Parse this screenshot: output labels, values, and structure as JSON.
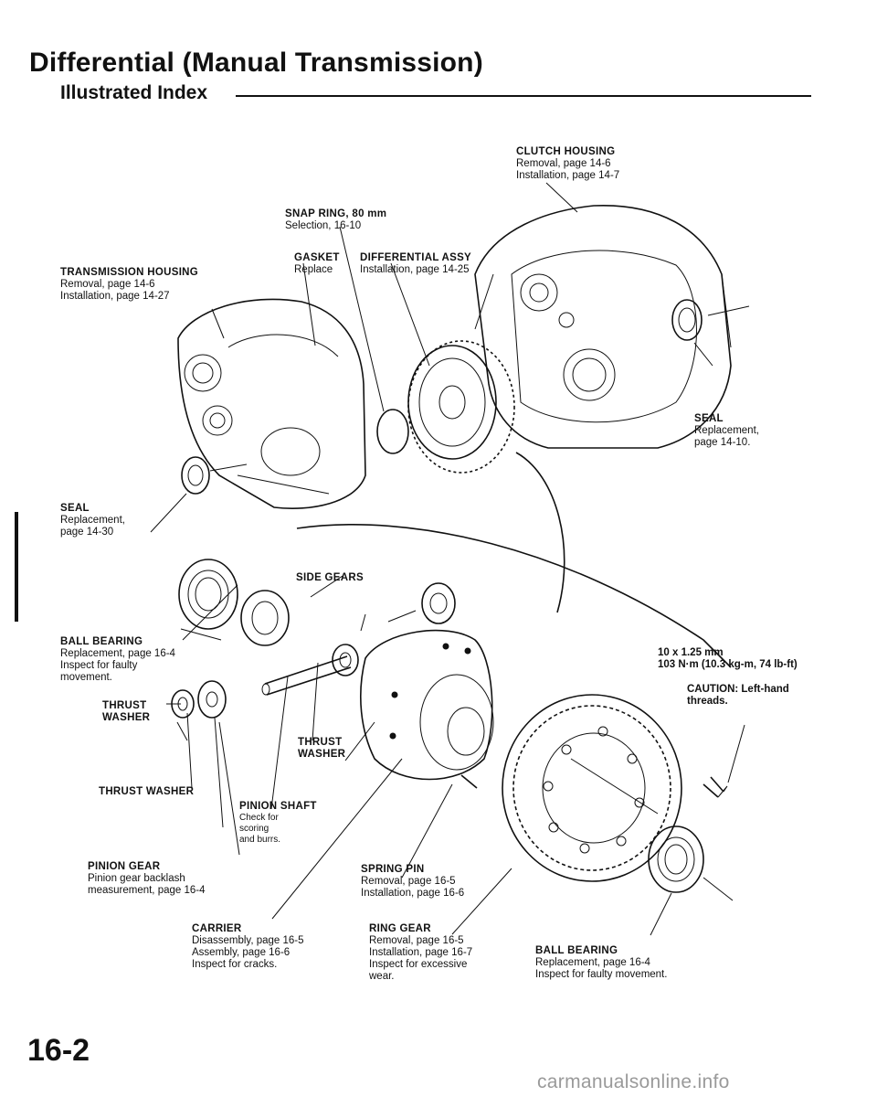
{
  "header": {
    "title": "Differential (Manual Transmission)",
    "section": "Illustrated Index"
  },
  "callouts": {
    "clutch_housing": {
      "name": "CLUTCH HOUSING",
      "lines": [
        "Removal, page 14-6",
        "Installation, page 14-7"
      ]
    },
    "snap_ring": {
      "name": "SNAP RING, 80 mm",
      "lines": [
        "Selection, 16-10"
      ]
    },
    "gasket": {
      "name": "GASKET",
      "lines": [
        "Replace"
      ]
    },
    "differential_assy": {
      "name": "DIFFERENTIAL ASSY",
      "lines": [
        "Installation, page 14-25"
      ]
    },
    "transmission_housing": {
      "name": "TRANSMISSION HOUSING",
      "lines": [
        "Removal, page 14-6",
        "Installation, page 14-27"
      ]
    },
    "seal_right": {
      "name": "SEAL",
      "lines": [
        "Replacement,",
        "page 14-10."
      ]
    },
    "seal_left": {
      "name": "SEAL",
      "lines": [
        "Replacement,",
        "page 14-30"
      ]
    },
    "side_gears": {
      "name": "SIDE GEARS"
    },
    "ball_bearing_left": {
      "name": "BALL BEARING",
      "lines": [
        "Replacement, page 16-4",
        "Inspect for faulty",
        "movement."
      ]
    },
    "bolt_spec": {
      "lines": [
        "10 x 1.25 mm",
        "103 N·m (10.3 kg-m, 74 lb-ft)"
      ]
    },
    "caution": {
      "lines": [
        "CAUTION: Left-hand",
        "threads."
      ]
    },
    "thrust_washer_a": {
      "name": "THRUST",
      "lines": [
        "WASHER"
      ]
    },
    "thrust_washer_b": {
      "name": "THRUST",
      "lines": [
        "WASHER"
      ]
    },
    "thrust_washer_c": {
      "name": "THRUST WASHER"
    },
    "pinion_shaft": {
      "name": "PINION SHAFT",
      "lines": [
        "Check for",
        "scoring",
        "and burrs."
      ]
    },
    "pinion_gear": {
      "name": "PINION GEAR",
      "lines": [
        "Pinion gear backlash",
        "measurement, page 16-4"
      ]
    },
    "spring_pin": {
      "name": "SPRING PIN",
      "lines": [
        "Removal, page 16-5",
        "Installation, page 16-6"
      ]
    },
    "carrier": {
      "name": "CARRIER",
      "lines": [
        "Disassembly, page 16-5",
        "Assembly, page 16-6",
        "Inspect for cracks."
      ]
    },
    "ring_gear": {
      "name": "RING GEAR",
      "lines": [
        "Removal, page 16-5",
        "Installation, page 16-7",
        "Inspect for excessive",
        "wear."
      ]
    },
    "ball_bearing_right": {
      "name": "BALL BEARING",
      "lines": [
        "Replacement, page 16-4",
        "Inspect for faulty movement."
      ]
    }
  },
  "footer": {
    "page_number": "16-2",
    "watermark": "carmanualsonline.info"
  }
}
